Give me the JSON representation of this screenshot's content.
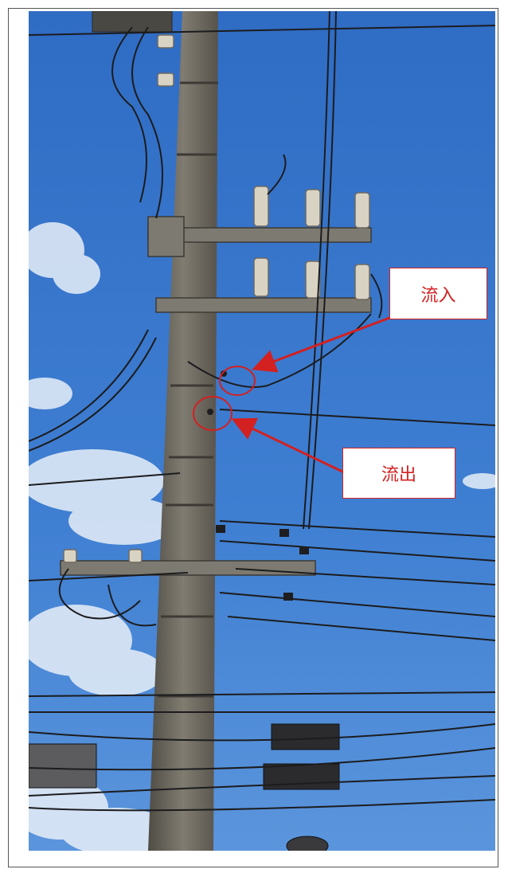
{
  "labels": {
    "inflow": "流入",
    "outflow": "流出"
  },
  "colors": {
    "annotation": "#d32020",
    "sky_top": "#2f6cc4",
    "sky_bottom": "#4d8ad6",
    "pole": "#6d6a60"
  },
  "icons": {
    "inflow_marker": "circle-marker",
    "outflow_marker": "circle-marker",
    "arrow": "arrow-icon"
  }
}
